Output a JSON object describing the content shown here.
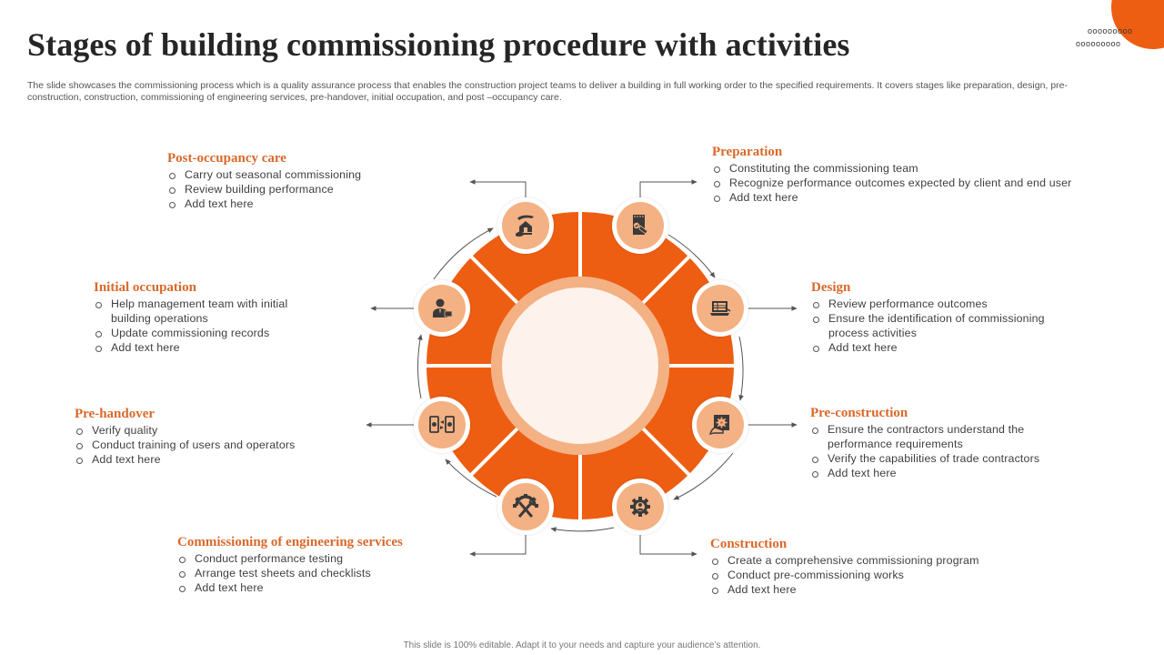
{
  "title": "Stages of building commissioning procedure with activities",
  "subtitle": "The slide showcases the commissioning process which is a quality assurance process that enables the construction project teams to deliver  a building in full working order to the specified requirements. It covers stages like preparation, design, pre-construction, construction, commissioning of engineering services, pre-handover, initial occupation, and post –occupancy care.",
  "decoration": {
    "dots_row1": "ooooooooo",
    "dots_row2": "ooooooooo"
  },
  "colors": {
    "accent": "#ee5e12",
    "segment": "#ee5e12",
    "inner_ring": "#f4b183",
    "center_disc": "#fdf3ec",
    "icon_fill": "#f4b183",
    "icon_glyph": "#3a3a3a",
    "heading": "#d9692b",
    "connector": "#555555"
  },
  "stages": [
    {
      "id": "preparation",
      "icon": "checklist-document-icon",
      "title": "Preparation",
      "bullets": [
        "Constituting the commissioning team",
        "Recognize performance  outcomes expected by client and end user",
        "Add text here"
      ]
    },
    {
      "id": "design",
      "icon": "laptop-blueprint-icon",
      "title": "Design",
      "bullets": [
        "Review  performance  outcomes",
        "Ensure the identification of commissioning process activities",
        "Add text here"
      ]
    },
    {
      "id": "pre-construction",
      "icon": "hand-gear-board-icon",
      "title": "Pre-construction",
      "bullets": [
        "Ensure the contractors understand  the performance  requirements",
        "Verify the capabilities of trade contractors",
        "Add text here"
      ]
    },
    {
      "id": "construction",
      "icon": "gear-worker-icon",
      "title": "Construction",
      "bullets": [
        "Create a comprehensive  commissioning program",
        "Conduct  pre-commissioning works",
        "Add text here"
      ]
    },
    {
      "id": "commissioning-engineering-services",
      "icon": "gear-tools-icon",
      "title": "Commissioning of engineering services",
      "bullets": [
        "Conduct  performance  testing",
        "Arrange  test sheets and  checklists",
        "Add text here"
      ]
    },
    {
      "id": "pre-handover",
      "icon": "mobile-transfer-icon",
      "title": "Pre-handover",
      "bullets": [
        "Verify quality",
        "Conduct  training of users and operators",
        "Add text here"
      ]
    },
    {
      "id": "initial-occupation",
      "icon": "businessman-icon",
      "title": "Initial occupation",
      "bullets": [
        "Help management  team with initial building operations",
        "Update commissioning records",
        "Add text here"
      ]
    },
    {
      "id": "post-occupancy-care",
      "icon": "house-in-hands-icon",
      "title": "Post-occupancy care",
      "bullets": [
        "Carry out seasonal commissioning",
        "Review  building performance",
        "Add text here"
      ]
    }
  ],
  "footer": "This slide is 100% editable.  Adapt it to your needs and capture your audience’s attention."
}
